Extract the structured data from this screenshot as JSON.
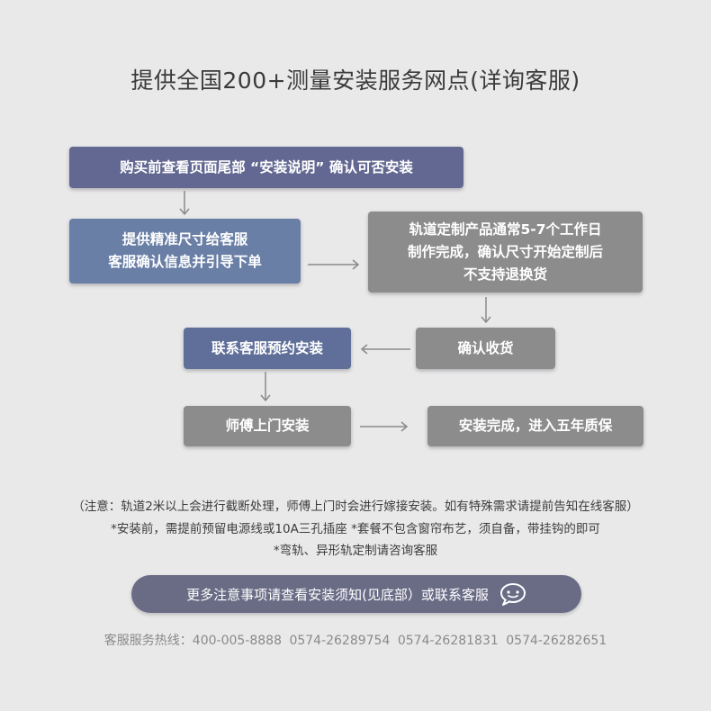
{
  "title": "提供全国200+测量安装服务网点(详询客服)",
  "flow": {
    "step1": "购买前查看页面尾部 “安装说明” 确认可否安装",
    "step2": [
      "提供精准尺寸给客服",
      "客服确认信息并引导下单"
    ],
    "step3": [
      "轨道定制产品通常5-7个工作日",
      "制作完成，确认尺寸开始定制后",
      "不支持退换货"
    ],
    "step4": "确认收货",
    "step5": "联系客服预约安装",
    "step6": "师傅上门安装",
    "step7": "安装完成，进入五年质保"
  },
  "notes": [
    "（注意：轨道2米以上会进行截断处理，师傅上门时会进行嫁接安装。如有特殊需求请提前告知在线客服）",
    "*安装前，需提前预留电源线或10A三孔插座  *套餐不包含窗帘布艺，须自备，带挂钩的即可",
    "*弯轨、异形轨定制请咨询客服"
  ],
  "pill_label": "更多注意事项请查看安装须知(见底部）或联系客服",
  "hotline": {
    "label": "客服服务热线：",
    "numbers": [
      "400-005-8888",
      "0574-26289754",
      "0574-26281831",
      "0574-26282651"
    ]
  },
  "colors": {
    "background": "#e9e9ea",
    "box_purple": "#626891",
    "box_blue": "#6a7fa6",
    "box_gray": "#8c8c8c",
    "pill": "#6a6c86"
  },
  "icons": {
    "pill_icon": "chat-bubble-icon"
  }
}
